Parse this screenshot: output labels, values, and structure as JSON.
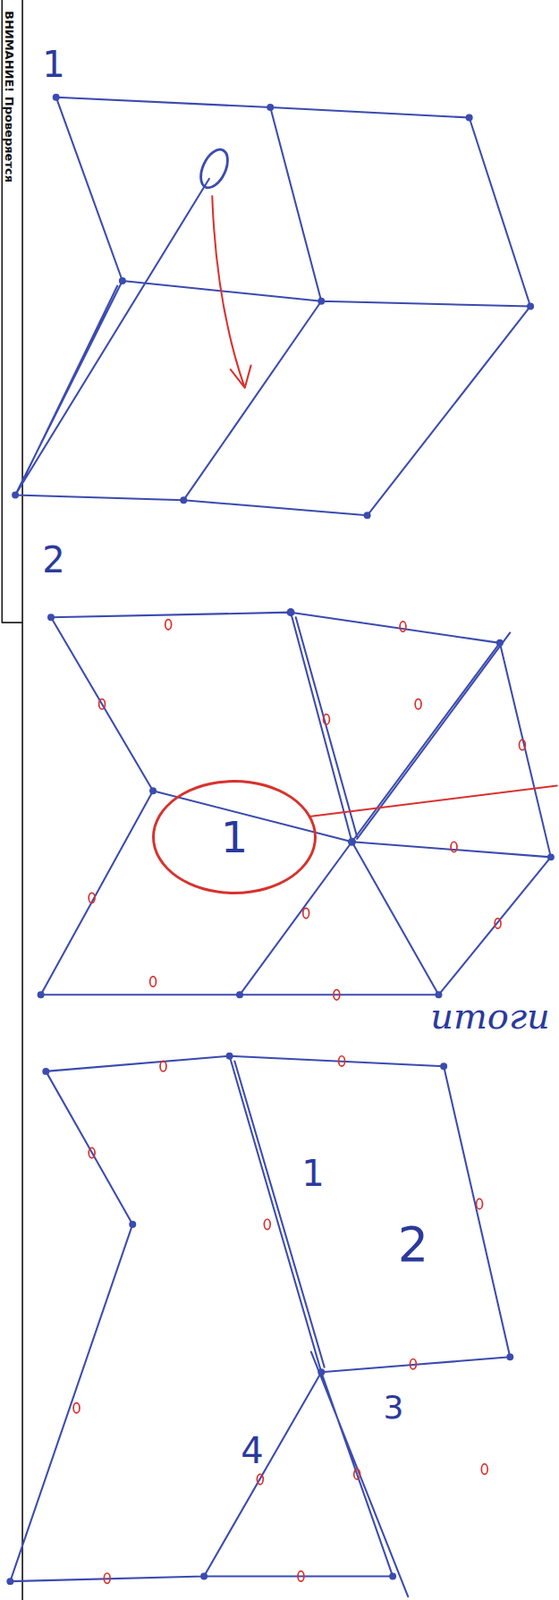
{
  "diagram": {
    "nodes": [
      {
        "text": [
          "1"
        ]
      }
    ],
    "labels": [
      "ВНИМАНИЕ! Проверяется",
      "1",
      "2",
      "итоги",
      "1",
      "2",
      "3",
      "4"
    ]
  }
}
